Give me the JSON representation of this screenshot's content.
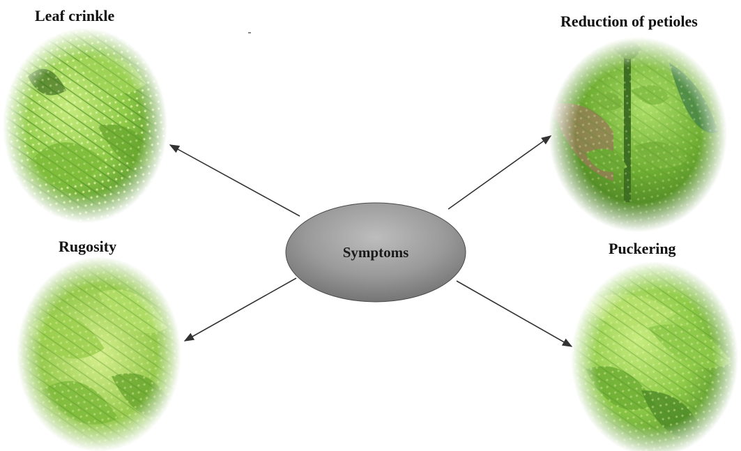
{
  "diagram": {
    "center_label": "Symptoms",
    "symptoms": [
      {
        "id": "leaf-crinkle",
        "label": "Leaf crinkle"
      },
      {
        "id": "reduction-of-petioles",
        "label": "Reduction of petioles"
      },
      {
        "id": "rugosity",
        "label": "Rugosity"
      },
      {
        "id": "puckering",
        "label": "Puckering"
      }
    ]
  },
  "colors": {
    "center_fill_light": "#a6a6a6",
    "center_fill_dark": "#6f6f6f",
    "arrow": "#333333",
    "leaf_light": "#b9e36a",
    "leaf_mid": "#7fbf3a",
    "leaf_dark": "#3f7a1f",
    "soil": "#9a7a5a"
  }
}
